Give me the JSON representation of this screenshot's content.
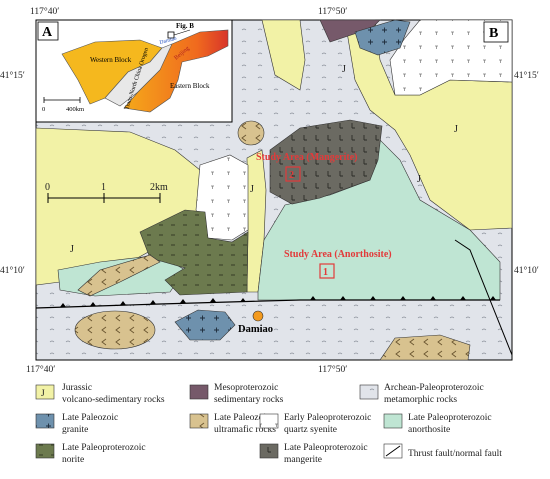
{
  "coords": {
    "top": [
      "117°40′",
      "117°50′"
    ],
    "bottom": [
      "117°40′",
      "117°50′"
    ],
    "left": [
      "41°15′",
      "41°10′"
    ],
    "right": [
      "41°15′",
      "41°10′"
    ]
  },
  "panels": {
    "a": "A",
    "b": "B"
  },
  "inset": {
    "fig_ref": "Fig. B",
    "western_block": "Western Block",
    "eastern_block": "Eastern Block",
    "orogen": "Trans-North China Orogen",
    "scale": [
      "0",
      "400km"
    ],
    "beijing": "Beijing",
    "study_area": "Damiao"
  },
  "map_labels": {
    "j_label": "J",
    "study_mangerite": "Study Area (Mangerite)",
    "study_anorthosite": "Study Area (Anorthosite)",
    "num_2": "2",
    "num_1": "1",
    "town": "Damiao",
    "scalebar": [
      "0",
      "1",
      "2km"
    ]
  },
  "legend": [
    {
      "symbol": "J",
      "line1": "Jurassic",
      "line2": "volcano-sedimentary rocks",
      "color": "#f2f2a6"
    },
    {
      "symbol": "",
      "line1": "Mesoproterozoic",
      "line2": "sedimentary rocks",
      "color": "#76596a"
    },
    {
      "symbol": "",
      "line1": "Archean-Paleoproterozoic",
      "line2": "metamorphic rocks",
      "color": "#e1e4ea"
    },
    {
      "symbol": "",
      "line1": "Late Paleozoic",
      "line2": "granite",
      "color": "#6e91ad"
    },
    {
      "symbol": "",
      "line1": "Late Paleozoic",
      "line2": "ultramafic rocks",
      "color": "#d8c28f"
    },
    {
      "symbol": "",
      "line1": "Early Paleoproterozoic",
      "line2": "quartz syenite",
      "color": "#ffffff"
    },
    {
      "symbol": "",
      "line1": "Late Paleoproterozoic",
      "line2": "anorthosite",
      "color": "#bfe5d3"
    },
    {
      "symbol": "",
      "line1": "Late Paleoproterozoic",
      "line2": "norite",
      "color": "#6c7a4e"
    },
    {
      "symbol": "",
      "line1": "Late Paleoproterozoic",
      "line2": "mangerite",
      "color": "#6b6a62"
    },
    {
      "symbol": "",
      "line1": "Thrust fault/normal fault",
      "line2": "",
      "color": "#222222"
    }
  ]
}
